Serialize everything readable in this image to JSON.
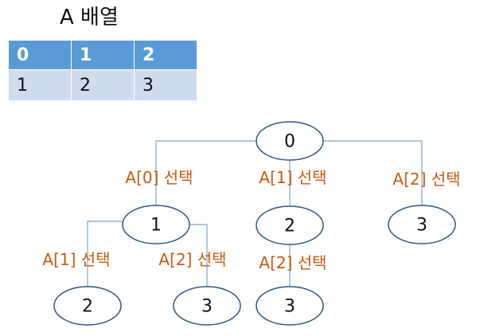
{
  "array": {
    "title": "A 배열",
    "indices": [
      "0",
      "1",
      "2"
    ],
    "values": [
      "1",
      "2",
      "3"
    ]
  },
  "tree": {
    "nodes": [
      {
        "id": "root",
        "label": "0"
      },
      {
        "id": "n1",
        "label": "1"
      },
      {
        "id": "n2",
        "label": "2"
      },
      {
        "id": "n3",
        "label": "3"
      },
      {
        "id": "n12",
        "label": "2"
      },
      {
        "id": "n13",
        "label": "3"
      },
      {
        "id": "n23",
        "label": "3"
      }
    ],
    "edge_labels": {
      "select_a0": "A[0] 선택",
      "select_a1": "A[1] 선택",
      "select_a2": "A[2] 선택",
      "n1_select_a1": "A[1] 선택",
      "n1_select_a2": "A[2] 선택",
      "n2_select_a2": "A[2] 선택"
    }
  },
  "colors": {
    "header_fill": "#5b9bd5",
    "cell_fill": "#cfdcee",
    "node_stroke": "#2e5585",
    "edge_line": "#7fa3c8",
    "edge_label": "#c55a11"
  }
}
